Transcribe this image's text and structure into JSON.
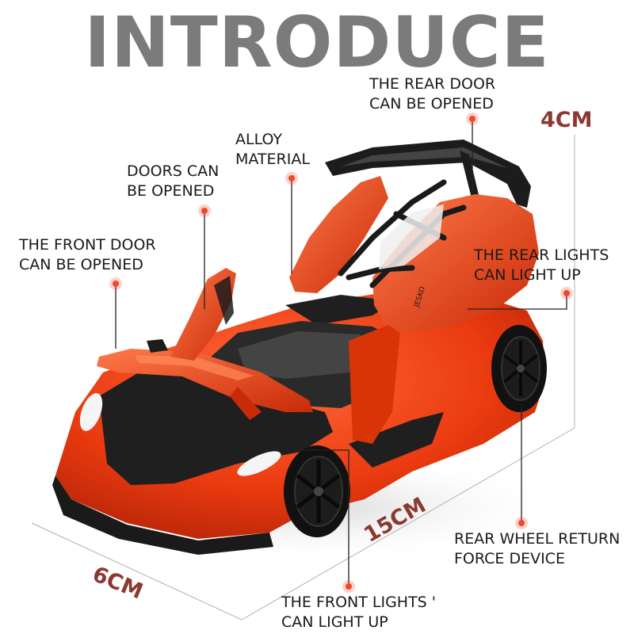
{
  "headline": "INTRODUCE",
  "callouts": {
    "rear_door": [
      "THE REAR DOOR",
      "CAN BE OPENED"
    ],
    "alloy": [
      "ALLOY",
      "MATERIAL"
    ],
    "doors": [
      "DOORS CAN",
      "BE OPENED"
    ],
    "front_door": [
      "THE FRONT DOOR",
      "CAN BE OPENED"
    ],
    "rear_lights": [
      "THE REAR LIGHTS",
      "CAN LIGHT UP"
    ],
    "rear_wheel": [
      "REAR WHEEL RETURN",
      "FORCE DEVICE"
    ],
    "front_lights": [
      "THE FRONT LIGHTS '",
      "CAN LIGHT UP"
    ]
  },
  "dimensions": {
    "height": "4CM",
    "length": "15CM",
    "width": "6CM"
  },
  "car_badge": "JESKO",
  "colors": {
    "headline": "#7b7b7b",
    "dimension_text": "#8a3a30",
    "marker": "#ec4a2c",
    "car_body": "#ea3a10",
    "car_trim": "#1c1c1c"
  }
}
